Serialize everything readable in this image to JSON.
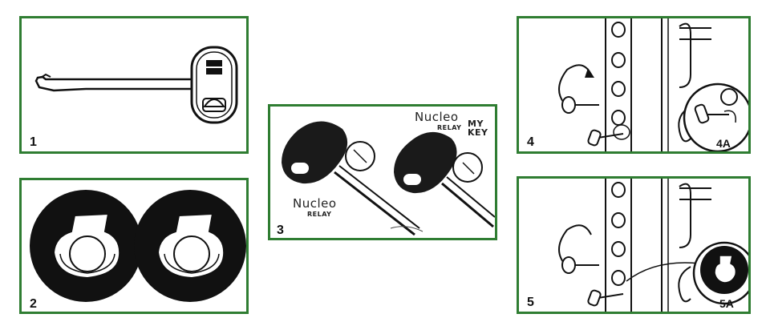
{
  "steps": [
    {
      "number": "1"
    },
    {
      "number": "2"
    },
    {
      "number": "3",
      "brand_left": "Nucleo",
      "brand_left_sub": "RELAY",
      "brand_right": "Nucleo",
      "brand_right_sub": "RELAY",
      "brand_right_extra": "MY\nKEY"
    },
    {
      "number": "4",
      "detail_label": "4A"
    },
    {
      "number": "5",
      "detail_label": "5A"
    }
  ],
  "colors": {
    "frame": "#2f7d32",
    "ink": "#111111",
    "paper": "#ffffff"
  }
}
